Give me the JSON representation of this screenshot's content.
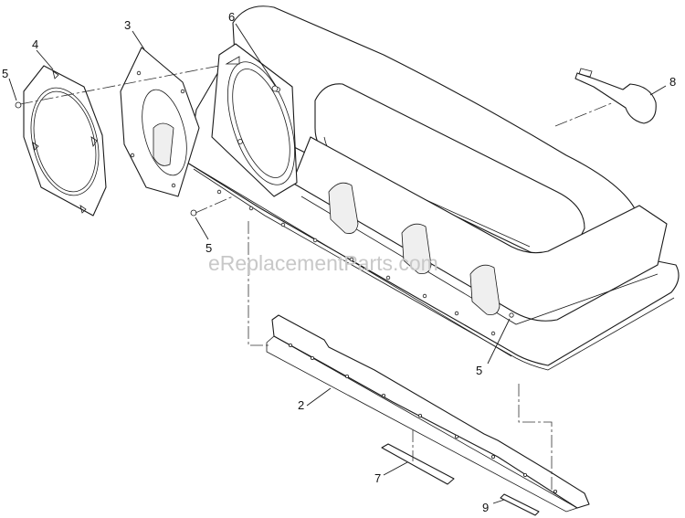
{
  "watermark": "eReplacementParts.com",
  "callouts": [
    {
      "id": "c4",
      "label": "4"
    },
    {
      "id": "c3",
      "label": "3"
    },
    {
      "id": "c6",
      "label": "6"
    },
    {
      "id": "c5a",
      "label": "5"
    },
    {
      "id": "c5b",
      "label": "5"
    },
    {
      "id": "c5c",
      "label": "5"
    },
    {
      "id": "c8",
      "label": "8"
    },
    {
      "id": "c2",
      "label": "2"
    },
    {
      "id": "c7",
      "label": "7"
    },
    {
      "id": "c9",
      "label": "9"
    }
  ],
  "colors": {
    "line": "#1a1a1a",
    "watermark": "#c8c8c8",
    "background": "#ffffff"
  }
}
